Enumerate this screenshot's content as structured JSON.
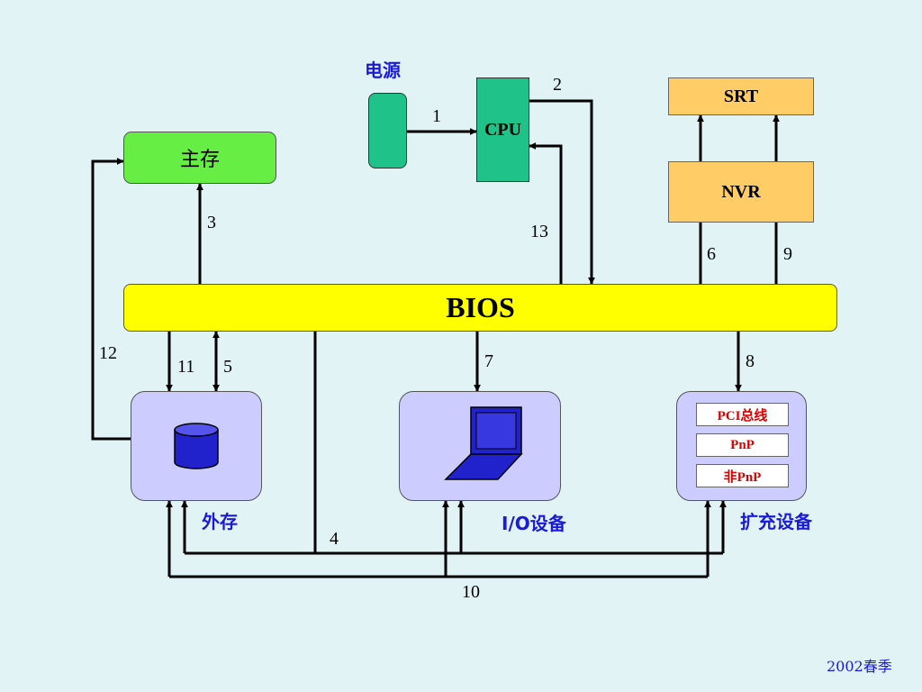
{
  "nodes": {
    "power": "电源",
    "cpu": "CPU",
    "srt": "SRT",
    "nvr": "NVR",
    "main_memory": "主存",
    "bios": "BIOS",
    "external_storage": "外存",
    "io_devices": "I/O设备",
    "expansion_devices": "扩充设备",
    "expansion_items": [
      "PCI总线",
      "PnP",
      "非PnP"
    ]
  },
  "edge_numbers": {
    "e1": "1",
    "e2": "2",
    "e3": "3",
    "e4": "4",
    "e5": "5",
    "e6": "6",
    "e7": "7",
    "e8": "8",
    "e9": "9",
    "e10": "10",
    "e11": "11",
    "e12": "12",
    "e13": "13"
  },
  "footer": "2002春季",
  "colors": {
    "background": "#e1f3f5",
    "bios": "#ffff00",
    "main_memory": "#66ee44",
    "cpu": "#1fc38a",
    "srt_nvr": "#ffcc66",
    "device_box": "#ccccff",
    "label_blue": "#1a1adc",
    "tag_text": "#e00000"
  }
}
